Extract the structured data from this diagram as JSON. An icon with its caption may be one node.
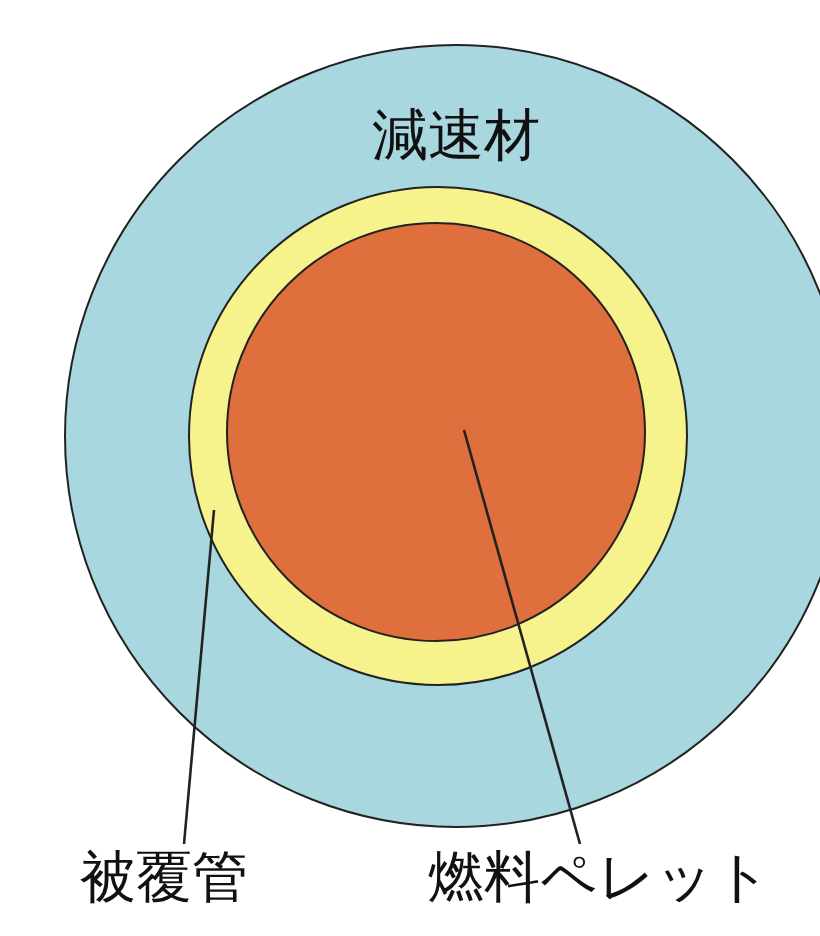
{
  "diagram": {
    "nodes": [
      {
        "text": [
          "減速材"
        ]
      },
      {
        "text": [],
        "shape": "circle",
        "in": 0
      },
      {
        "text": [],
        "shape": "circle",
        "in": 1
      },
      {
        "text": [
          "被覆管"
        ]
      },
      {
        "text": [
          "燃料ペレット"
        ]
      }
    ],
    "edges": [
      {
        "from": 3,
        "to": 1,
        "arrow": "none"
      },
      {
        "from": 4,
        "to": 2,
        "arrow": "none"
      }
    ]
  }
}
